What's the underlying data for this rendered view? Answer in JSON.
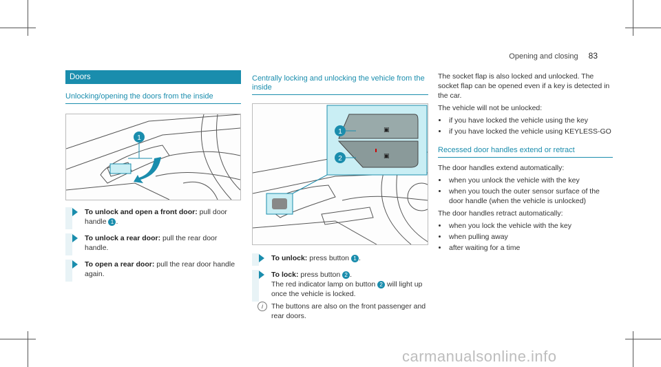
{
  "header": {
    "section": "Opening and closing",
    "page": "83"
  },
  "col1": {
    "banner": "Doors",
    "subhead": "Unlocking/opening the doors from the inside",
    "steps": [
      {
        "bold": "To unlock and open a front door:",
        "text": " pull door handle ",
        "num": "1",
        "tail": "."
      },
      {
        "bold": "To unlock a rear door:",
        "text": " pull the rear door handle."
      },
      {
        "bold": "To open a rear door:",
        "text": " pull the rear door handle again."
      }
    ]
  },
  "col2": {
    "subhead": "Centrally locking and unlocking the vehicle from the inside",
    "steps": [
      {
        "bold": "To unlock:",
        "text": " press button ",
        "num": "1",
        "tail": "."
      },
      {
        "bold": "To lock:",
        "text": " press button ",
        "num": "2",
        "tail": ".",
        "extra_pre": "The red indicator lamp on button ",
        "extra_num": "2",
        "extra_post": " will light up once the vehicle is locked."
      }
    ],
    "note": "The buttons are also on the front passenger and rear doors."
  },
  "col3": {
    "p1": "The socket flap is also locked and unlocked. The socket flap can be opened even if a key is detected in the car.",
    "p2": "The vehicle will not be unlocked:",
    "list1": [
      "if you have locked the vehicle using the key",
      "if you have locked the vehicle using KEYLESS-GO"
    ],
    "subhead": "Recessed door handles extend or retract",
    "p3": "The door handles extend automatically:",
    "list2": [
      "when you unlock the vehicle with the key",
      "when you touch the outer sensor surface of the door handle (when the vehicle is unlocked)"
    ],
    "p4": "The door handles retract automatically:",
    "list3": [
      "when you lock the vehicle with the key",
      "when pulling away",
      "after waiting for a time"
    ]
  },
  "figure_labels": {
    "one": "1",
    "two": "2"
  },
  "watermark": "carmanualsonline.info",
  "colors": {
    "accent": "#1a8dad",
    "highlight": "#c9eef4"
  }
}
